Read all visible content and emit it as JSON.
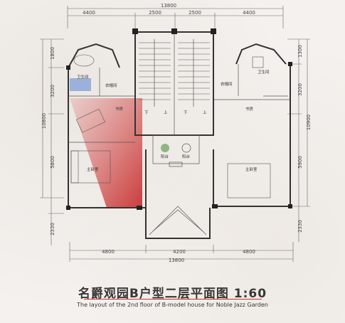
{
  "title": "名爵观园B户型二层平面图 1:60",
  "subtitle": "The layout of the 2nd floor of B-model house for Noble Jazz Garden",
  "dimensions": {
    "top_total": "13800",
    "top_segments": [
      "4400",
      "2500",
      "2500",
      "4400"
    ],
    "bottom_total": "13800",
    "bottom_segments": [
      "4800",
      "4200",
      "4800"
    ],
    "left_total": "10800",
    "left_segments": [
      "1800",
      "3200",
      "5800"
    ],
    "left_bottom": "2330",
    "right_total": "10900",
    "right_segments": [
      "1300",
      "3200",
      "5900"
    ],
    "right_bottom": "2330"
  },
  "rooms": {
    "bath_left": "卫生间",
    "closet_left": "衣帽间",
    "study_left": "书房",
    "master_left": "主卧室",
    "bath_right": "卫生间",
    "closet_right": "衣帽间",
    "study_right": "书房",
    "master_right": "主卧室",
    "balcony_left": "阳台",
    "balcony_right": "阳台",
    "stair_down_left": "下",
    "stair_up_left": "上",
    "stair_down_right": "下",
    "stair_up_right": "上"
  }
}
